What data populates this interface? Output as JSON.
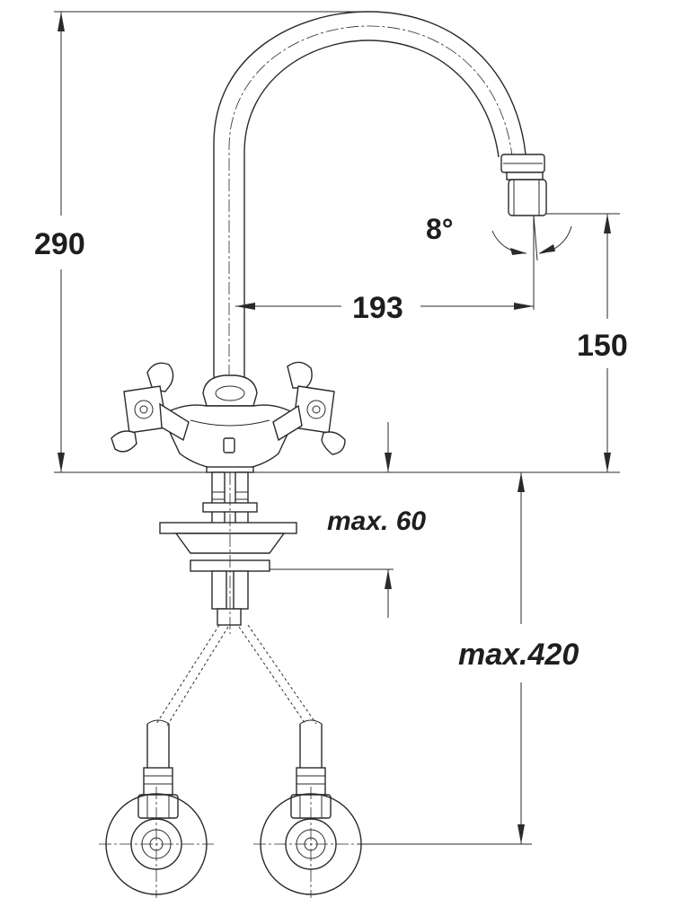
{
  "dimensions": {
    "total_height": "290",
    "spout_reach": "193",
    "spout_height": "150",
    "spout_angle": "8°",
    "deck_thickness": "max. 60",
    "hose_length": "max.420"
  },
  "colors": {
    "line": "#2a2a2a",
    "text": "#1e1e1e",
    "background": "#ffffff"
  }
}
